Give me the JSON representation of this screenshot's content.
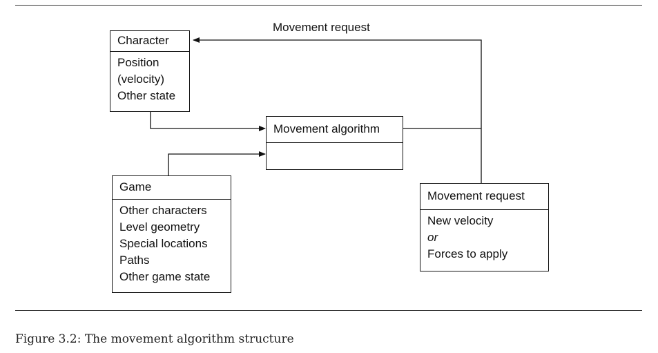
{
  "diagram": {
    "top_label": "Movement request",
    "character_box": {
      "title": "Character",
      "lines": [
        "Position",
        "(velocity)",
        "Other state"
      ]
    },
    "algorithm_box": {
      "title": "Movement algorithm"
    },
    "game_box": {
      "title": "Game",
      "lines": [
        "Other characters",
        "Level geometry",
        "Special locations",
        "Paths",
        "Other game state"
      ]
    },
    "request_box": {
      "title": "Movement request",
      "line1": "New velocity",
      "line2": "or",
      "line3": "Forces to apply"
    }
  },
  "caption": "Figure 3.2: The movement algorithm structure"
}
